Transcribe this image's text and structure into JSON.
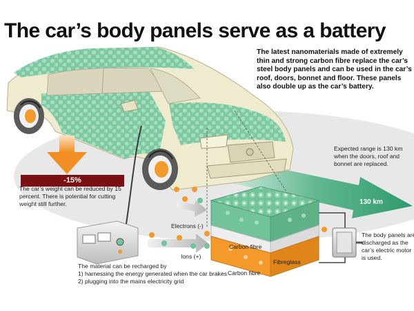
{
  "title": "The car’s body panels serve as a battery",
  "intro": "The latest nanomaterials made of extremely thin and strong carbon fibre replace the car’s steel body panels and can be used in the car’s roof, doors, bonnet and floor. These panels also double up as the car’s battery.",
  "weight": {
    "badge": "-15%",
    "text": "The car’s weight can be reduced by 15 percent. There is potential for cutting weight still further."
  },
  "range": {
    "text": "Expected range is 130 km when the doors, roof and bonnet are replaced.",
    "badge": "130 km"
  },
  "battery": {
    "layers": [
      "Carbon fibre",
      "Fibreglass",
      "Carbon fibre"
    ]
  },
  "labels": {
    "electrons": "Electrons (-)",
    "ions": "Ions (+)"
  },
  "discharge": "The body panels are discharged as the car’s electric motor is used.",
  "recharge": {
    "intro": "The material can be recharged by",
    "item1": "1) harnessing the energy generated when the car brakes",
    "item2": "2) plugging into the mains electricity grid"
  },
  "colors": {
    "car_green": "#6fc39d",
    "car_body": "#eeeacb",
    "accent_orange": "#f39a2a",
    "dark_red": "#7a0f14",
    "range_green": "#3aa27a",
    "shadow_gray": "#e6e6e6"
  }
}
